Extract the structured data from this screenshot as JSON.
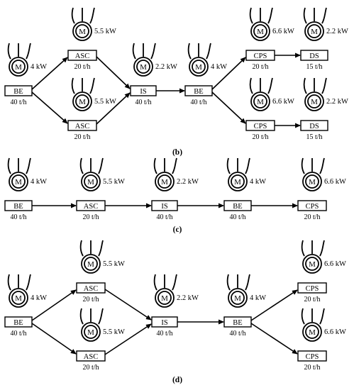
{
  "motor_letter": "M",
  "panels": [
    {
      "id": "b",
      "label": "(b)",
      "units": [
        {
          "name": "BE",
          "power": "4 kW",
          "capacity": "40 t/h"
        },
        {
          "name": "ASC",
          "power": "5.5 kW",
          "capacity": "20 t/h"
        },
        {
          "name": "ASC",
          "power": "5.5 kW",
          "capacity": "20 t/h"
        },
        {
          "name": "IS",
          "power": "2.2 kW",
          "capacity": "40 t/h"
        },
        {
          "name": "BE",
          "power": "4 kW",
          "capacity": "40 t/h"
        },
        {
          "name": "CPS",
          "power": "6.6 kW",
          "capacity": "20 t/h"
        },
        {
          "name": "CPS",
          "power": "6.6 kW",
          "capacity": "20 t/h"
        },
        {
          "name": "DS",
          "power": "2.2 kW",
          "capacity": "15 t/h"
        },
        {
          "name": "DS",
          "power": "2.2 kW",
          "capacity": "15 t/h"
        }
      ],
      "flows": [
        [
          0,
          1
        ],
        [
          0,
          2
        ],
        [
          1,
          3
        ],
        [
          2,
          3
        ],
        [
          3,
          4
        ],
        [
          4,
          5
        ],
        [
          4,
          6
        ],
        [
          5,
          7
        ],
        [
          6,
          8
        ]
      ]
    },
    {
      "id": "c",
      "label": "(c)",
      "units": [
        {
          "name": "BE",
          "power": "4 kW",
          "capacity": "40 t/h"
        },
        {
          "name": "ASC",
          "power": "5.5 kW",
          "capacity": "20 t/h"
        },
        {
          "name": "IS",
          "power": "2.2 kW",
          "capacity": "40 t/h"
        },
        {
          "name": "BE",
          "power": "4 kW",
          "capacity": "40 t/h"
        },
        {
          "name": "CPS",
          "power": "6.6 kW",
          "capacity": "20 t/h"
        }
      ],
      "flows": [
        [
          0,
          1
        ],
        [
          1,
          2
        ],
        [
          2,
          3
        ],
        [
          3,
          4
        ]
      ]
    },
    {
      "id": "d",
      "label": "(d)",
      "units": [
        {
          "name": "BE",
          "power": "4 kW",
          "capacity": "40 t/h"
        },
        {
          "name": "ASC",
          "power": "5.5 kW",
          "capacity": "20 t/h"
        },
        {
          "name": "ASC",
          "power": "5.5 kW",
          "capacity": "20 t/h"
        },
        {
          "name": "IS",
          "power": "2.2 kW",
          "capacity": "40 t/h"
        },
        {
          "name": "BE",
          "power": "4 kW",
          "capacity": "40 t/h"
        },
        {
          "name": "CPS",
          "power": "6.6 kW",
          "capacity": "20 t/h"
        },
        {
          "name": "CPS",
          "power": "6.6 kW",
          "capacity": "20 t/h"
        }
      ],
      "flows": [
        [
          0,
          1
        ],
        [
          0,
          2
        ],
        [
          1,
          3
        ],
        [
          2,
          3
        ],
        [
          3,
          4
        ],
        [
          4,
          5
        ],
        [
          4,
          6
        ]
      ]
    }
  ]
}
